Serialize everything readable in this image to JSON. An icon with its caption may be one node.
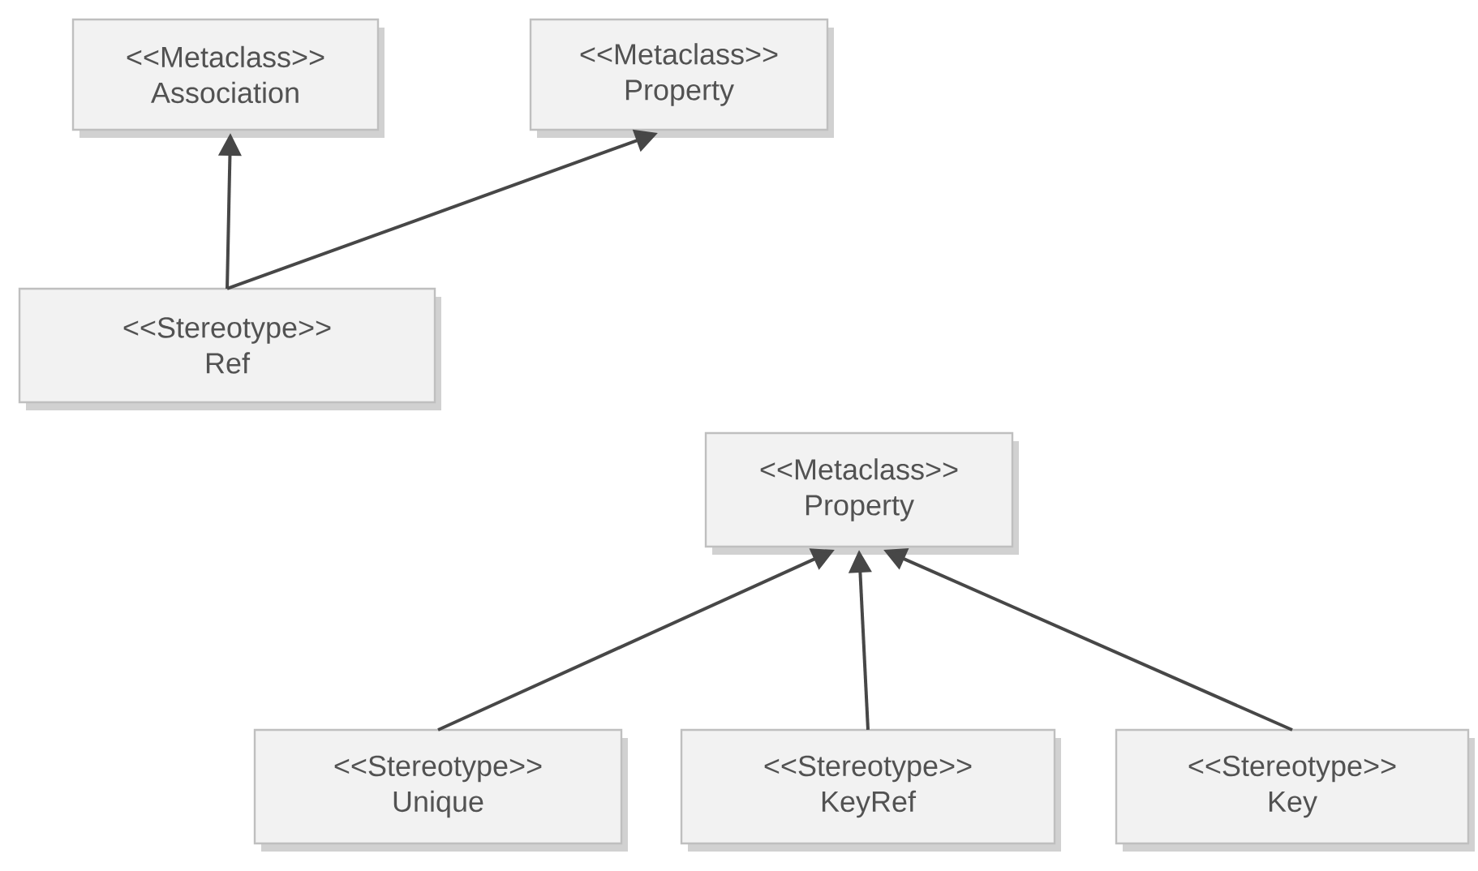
{
  "diagram": {
    "nodes": [
      {
        "text": [
          "<<Metaclass>>",
          "Association"
        ]
      },
      {
        "text": [
          "<<Metaclass>>",
          "Property"
        ]
      },
      {
        "text": [
          "<<Stereotype>>",
          "Ref"
        ]
      },
      {
        "text": [
          "<<Metaclass>>",
          "Property"
        ]
      },
      {
        "text": [
          "<<Stereotype>>",
          "Unique"
        ]
      },
      {
        "text": [
          "<<Stereotype>>",
          "KeyRef"
        ]
      },
      {
        "text": [
          "<<Stereotype>>",
          "Key"
        ]
      }
    ],
    "edges": [
      {
        "from": 2,
        "to": 0,
        "arrow": "to"
      },
      {
        "from": 2,
        "to": 1,
        "arrow": "to"
      },
      {
        "from": 4,
        "to": 3,
        "arrow": "to"
      },
      {
        "from": 5,
        "to": 3,
        "arrow": "to"
      },
      {
        "from": 6,
        "to": 3,
        "arrow": "to"
      }
    ]
  }
}
